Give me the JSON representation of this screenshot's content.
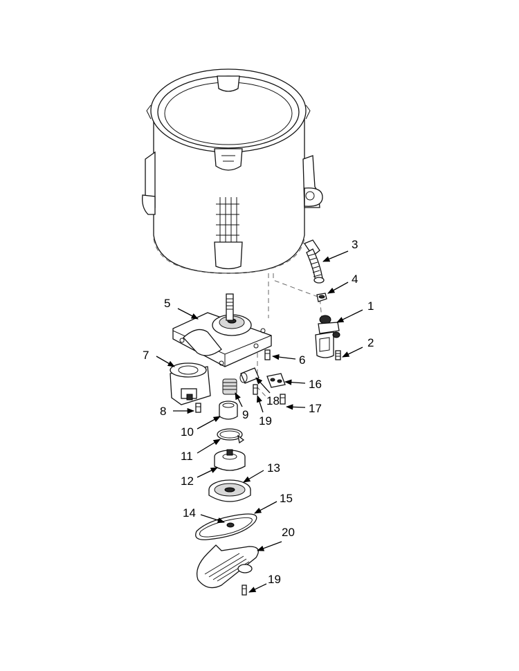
{
  "callouts": [
    {
      "id": "c1",
      "label": "1"
    },
    {
      "id": "c2",
      "label": "2"
    },
    {
      "id": "c3",
      "label": "3"
    },
    {
      "id": "c4",
      "label": "4"
    },
    {
      "id": "c5",
      "label": "5"
    },
    {
      "id": "c6",
      "label": "6"
    },
    {
      "id": "c7",
      "label": "7"
    },
    {
      "id": "c8",
      "label": "8"
    },
    {
      "id": "c9",
      "label": "9"
    },
    {
      "id": "c10",
      "label": "10"
    },
    {
      "id": "c11",
      "label": "11"
    },
    {
      "id": "c12",
      "label": "12"
    },
    {
      "id": "c13",
      "label": "13"
    },
    {
      "id": "c14",
      "label": "14"
    },
    {
      "id": "c15",
      "label": "15"
    },
    {
      "id": "c16",
      "label": "16"
    },
    {
      "id": "c17",
      "label": "17"
    },
    {
      "id": "c18",
      "label": "18"
    },
    {
      "id": "c19a",
      "label": "19"
    },
    {
      "id": "c19b",
      "label": "19"
    },
    {
      "id": "c20",
      "label": "20"
    }
  ]
}
